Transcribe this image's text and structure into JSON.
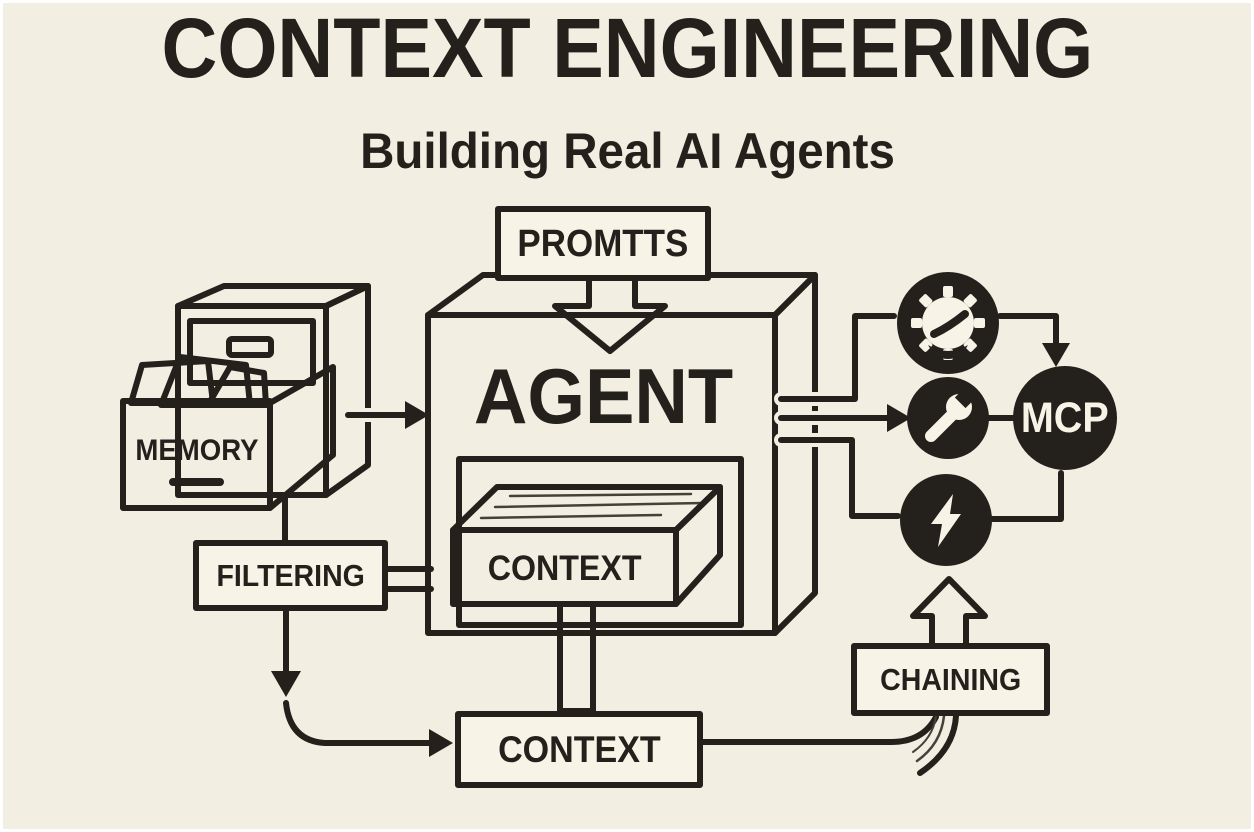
{
  "title": {
    "heading": "CONTEXT ENGINEERING",
    "subheading": "Building Real AI Agents"
  },
  "nodes": {
    "prompts": "PROMTTS",
    "agent": "AGENT",
    "memory": "MEMORY",
    "filtering": "FILTERING",
    "context_tray": "CONTEXT",
    "context_output": "CONTEXT",
    "chaining": "CHAINING",
    "mcp": "MCP"
  },
  "icons": {
    "memory": "filing-cabinet-icon",
    "tool_1": "gauge-icon",
    "tool_2": "wrench-icon",
    "tool_3": "lightning-bolt-icon"
  },
  "connections": [
    {
      "from": "PROMTTS",
      "to": "AGENT",
      "style": "block-arrow-down"
    },
    {
      "from": "MEMORY",
      "to": "AGENT",
      "style": "arrow-right"
    },
    {
      "from": "MEMORY",
      "to": "FILTERING",
      "style": "line-down"
    },
    {
      "from": "FILTERING",
      "to": "AGENT",
      "style": "double-line"
    },
    {
      "from": "FILTERING",
      "to": "CONTEXT output",
      "style": "arrow-curved"
    },
    {
      "from": "AGENT context tray",
      "to": "CONTEXT output",
      "style": "hatched-pillar"
    },
    {
      "from": "CONTEXT output",
      "to": "CHAINING",
      "style": "curved-line"
    },
    {
      "from": "CHAINING",
      "to": "lightning-bolt-icon",
      "style": "block-arrow-up"
    },
    {
      "from": "AGENT",
      "to": "gauge-icon",
      "style": "elbow-line"
    },
    {
      "from": "AGENT",
      "to": "wrench-icon",
      "style": "arrow-right"
    },
    {
      "from": "AGENT",
      "to": "lightning-bolt-icon",
      "style": "elbow-line"
    },
    {
      "from": "gauge-icon",
      "to": "MCP",
      "style": "elbow-arrow-down"
    },
    {
      "from": "wrench-icon",
      "to": "MCP",
      "style": "line"
    },
    {
      "from": "lightning-bolt-icon",
      "to": "MCP",
      "style": "elbow-line"
    }
  ],
  "colors": {
    "paper": "#f2eee1",
    "box_fill": "#f7f3e6",
    "ink": "#24211d"
  }
}
